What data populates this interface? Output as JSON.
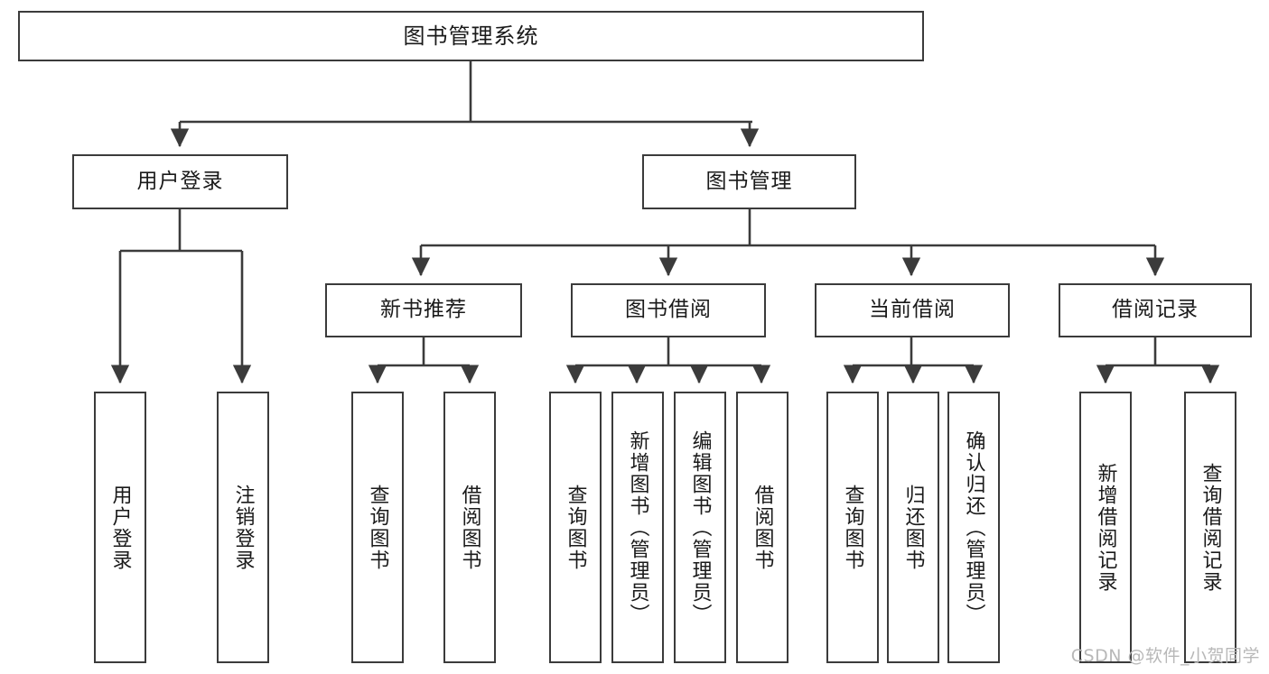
{
  "diagram": {
    "type": "tree",
    "title": "图书管理系统",
    "root": {
      "label": "图书管理系统"
    },
    "level1": [
      {
        "label": "用户登录"
      },
      {
        "label": "图书管理"
      }
    ],
    "level2": [
      {
        "label": "新书推荐"
      },
      {
        "label": "图书借阅"
      },
      {
        "label": "当前借阅"
      },
      {
        "label": "借阅记录"
      }
    ],
    "leaves": {
      "user_login": [
        {
          "label": "用户登录"
        },
        {
          "label": "注销登录"
        }
      ],
      "new_book_recommend": [
        {
          "label": "查询图书"
        },
        {
          "label": "借阅图书"
        }
      ],
      "book_borrow": [
        {
          "label": "查询图书"
        },
        {
          "label": "新增图书（管理员）"
        },
        {
          "label": "编辑图书（管理员）"
        },
        {
          "label": "借阅图书"
        }
      ],
      "current_borrow": [
        {
          "label": "查询图书"
        },
        {
          "label": "归还图书"
        },
        {
          "label": "确认归还（管理员）"
        }
      ],
      "borrow_record": [
        {
          "label": "新增借阅记录"
        },
        {
          "label": "查询借阅记录"
        }
      ]
    }
  },
  "watermark": {
    "text": "CSDN @软件_小贺同学"
  },
  "colors": {
    "stroke": "#3b3b3b",
    "fill": "#ffffff",
    "text": "#1a1a1a",
    "watermark": "#b8b8b8"
  }
}
